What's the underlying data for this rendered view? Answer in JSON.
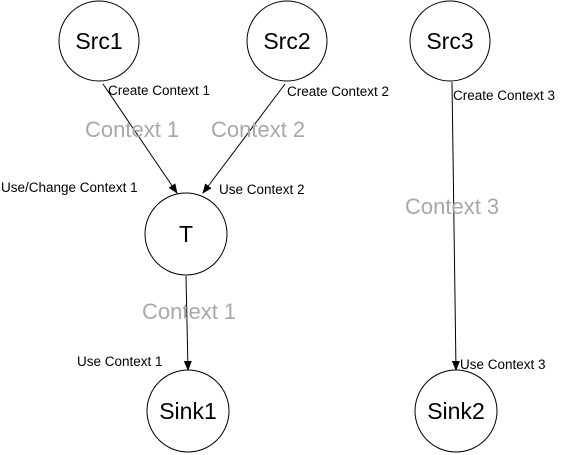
{
  "nodes": {
    "src1": "Src1",
    "src2": "Src2",
    "src3": "Src3",
    "t": "T",
    "sink1": "Sink1",
    "sink2": "Sink2"
  },
  "edge_labels": {
    "create_context_1": "Create Context 1",
    "create_context_2": "Create Context 2",
    "create_context_3": "Create Context 3",
    "use_change_context_1": "Use/Change Context 1",
    "use_context_2": "Use Context 2",
    "use_context_1": "Use Context 1",
    "use_context_3": "Use Context 3"
  },
  "context_labels": {
    "context_1_left": "Context 1",
    "context_2": "Context 2",
    "context_1_lower": "Context 1",
    "context_3": "Context 3"
  },
  "colors": {
    "context_label": "#a8a8a8",
    "stroke": "#000000",
    "background": "#ffffff"
  }
}
